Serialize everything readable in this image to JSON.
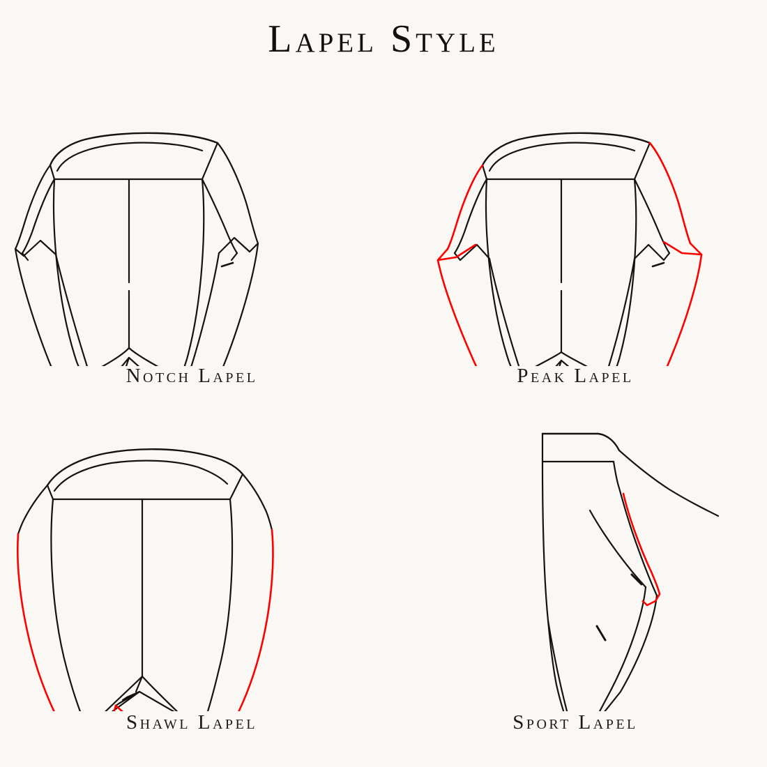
{
  "page": {
    "title": "Lapel Style",
    "background_color": "#faf8f5",
    "ink_color": "#15130f",
    "accent_color": "#ff0000"
  },
  "figures": [
    {
      "id": "notch-lapel",
      "label": "Notch Lapel",
      "highlight": "none",
      "description": "Front jacket view with stepped notch between collar and lapel, buttonhole on right lapel"
    },
    {
      "id": "peak-lapel",
      "label": "Peak Lapel",
      "highlight": "red-outer-edge",
      "description": "Front jacket view with upward pointing peaks highlighted in red, buttonhole on right lapel"
    },
    {
      "id": "shawl-lapel",
      "label": "Shawl Lapel",
      "highlight": "red-outer-edge",
      "description": "Front jacket view with continuous rounded shawl collar highlighted in red"
    },
    {
      "id": "sport-lapel",
      "label": "Sport Lapel",
      "highlight": "red-lapel-edge",
      "description": "Side jacket view with short red lapel edge, two buttonholes and a round button at the hem"
    }
  ]
}
